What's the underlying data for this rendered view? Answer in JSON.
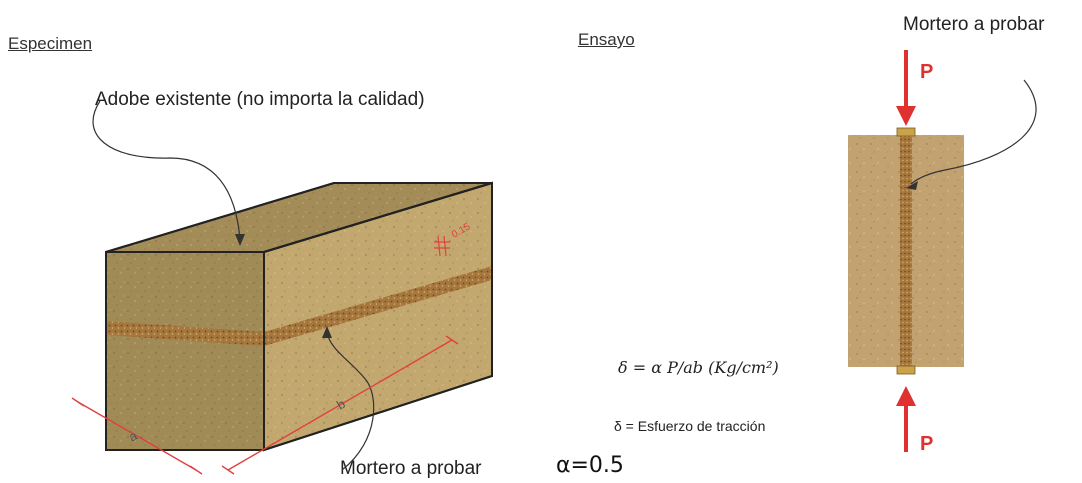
{
  "specimen": {
    "heading": "Especimen",
    "adobe_label": "Adobe existente (no  importa la calidad)",
    "mortar_label": "Mortero a probar",
    "dim_a": "a",
    "dim_b": "b",
    "size_note": "0.15"
  },
  "test": {
    "heading": "Ensayo",
    "mortar_label": "Mortero a probar",
    "load_label": "P",
    "formula": "δ = α P/ab (Kg/cm²)",
    "stress_note": "δ = Esfuerzo de tracción",
    "alpha_value": "α=0.5"
  },
  "colors": {
    "adobe_top": "#a38c58",
    "adobe_front": "#a08a55",
    "adobe_side": "#c2a86f",
    "mortar": "#a5773e",
    "arrow_red": "#e03030",
    "dimension_red": "#e04040"
  }
}
